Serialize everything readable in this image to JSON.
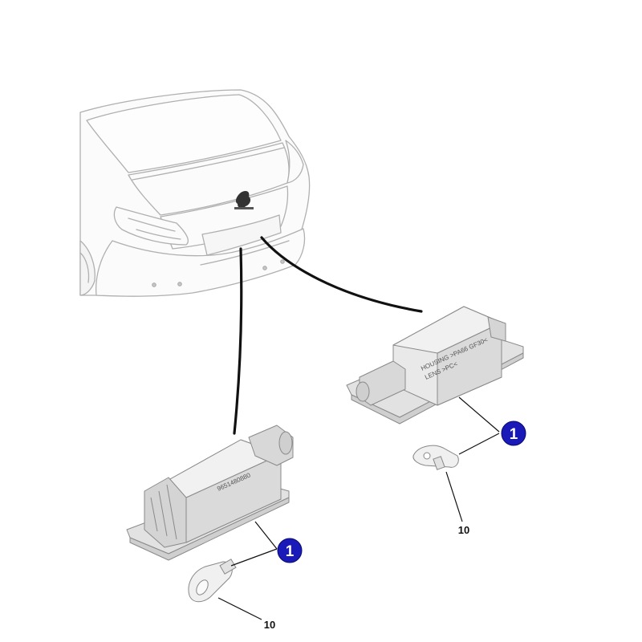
{
  "callouts": {
    "badge_left": "1",
    "badge_right": "1",
    "bulb_left": "10",
    "bulb_right": "10"
  },
  "housing_text": {
    "left": "9651480880",
    "right_line1": "HOUSING >PA66 GF30<",
    "right_line2": "LENS >PC<"
  },
  "colors": {
    "badge_fill": "#1a1ab8",
    "line": "#111111",
    "car_outline": "#b0b0b0",
    "part_fill": "#e9e9e9",
    "part_stroke": "#8a8a8a"
  },
  "icons": {
    "logo": "peugeot-lion-logo",
    "part_right": "license-plate-lamp-icon",
    "part_left": "license-plate-lamp-icon",
    "bulb": "wedge-bulb-icon"
  }
}
